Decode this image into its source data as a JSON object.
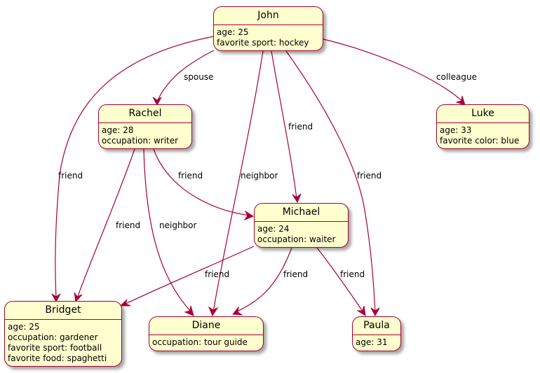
{
  "diagram": {
    "type": "object-relationship",
    "colors": {
      "node_fill": "#FEFECE",
      "node_border": "#A80036",
      "edge": "#A80036"
    },
    "nodes": {
      "john": {
        "name": "John",
        "attributes": [
          "age: 25",
          "favorite sport: hockey"
        ]
      },
      "rachel": {
        "name": "Rachel",
        "attributes": [
          "age: 28",
          "occupation: writer"
        ]
      },
      "luke": {
        "name": "Luke",
        "attributes": [
          "age: 33",
          "favorite color: blue"
        ]
      },
      "michael": {
        "name": "Michael",
        "attributes": [
          "age: 24",
          "occupation: waiter"
        ]
      },
      "bridget": {
        "name": "Bridget",
        "attributes": [
          "age: 25",
          "occupation: gardener",
          "favorite sport: football",
          "favorite food: spaghetti"
        ]
      },
      "diane": {
        "name": "Diane",
        "attributes": [
          "occupation: tour guide"
        ]
      },
      "paula": {
        "name": "Paula",
        "attributes": [
          "age: 31"
        ]
      }
    },
    "edges": [
      {
        "from": "John",
        "to": "Rachel",
        "label": "spouse"
      },
      {
        "from": "John",
        "to": "Luke",
        "label": "colleague"
      },
      {
        "from": "John",
        "to": "Bridget",
        "label": "friend"
      },
      {
        "from": "John",
        "to": "Diane",
        "label": "neighbor"
      },
      {
        "from": "John",
        "to": "Michael",
        "label": "friend"
      },
      {
        "from": "John",
        "to": "Paula",
        "label": "friend"
      },
      {
        "from": "Rachel",
        "to": "Michael",
        "label": "friend"
      },
      {
        "from": "Rachel",
        "to": "Bridget",
        "label": "friend"
      },
      {
        "from": "Rachel",
        "to": "Diane",
        "label": "neighbor"
      },
      {
        "from": "Michael",
        "to": "Bridget",
        "label": "friend"
      },
      {
        "from": "Michael",
        "to": "Diane",
        "label": "friend"
      },
      {
        "from": "Michael",
        "to": "Paula",
        "label": "friend"
      }
    ]
  }
}
